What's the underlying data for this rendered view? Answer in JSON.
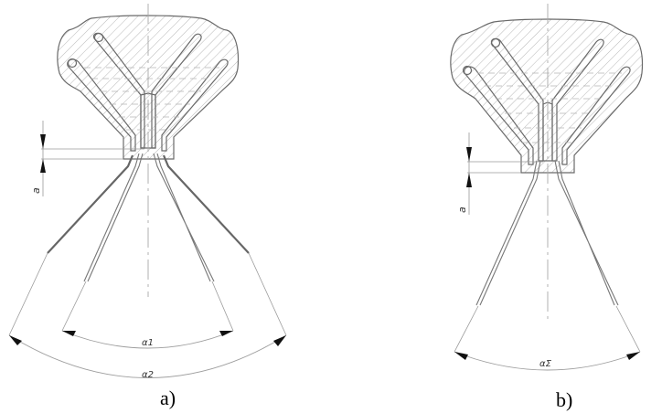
{
  "figure": {
    "panels": [
      {
        "id": "a",
        "label": "a)",
        "dimension_label": "a",
        "angles": [
          {
            "name": "alpha1",
            "label": "α1"
          },
          {
            "name": "alpha2",
            "label": "α2"
          }
        ],
        "needle_count": 4
      },
      {
        "id": "b",
        "label": "b)",
        "dimension_label": "a",
        "angles": [
          {
            "name": "alpha-sigma",
            "label": "αΣ"
          }
        ],
        "needle_count": 2
      }
    ],
    "colors": {
      "line": "#6a6a6a",
      "hatch": "#b0b0b0",
      "arrow": "#111111",
      "background": "#ffffff"
    }
  }
}
